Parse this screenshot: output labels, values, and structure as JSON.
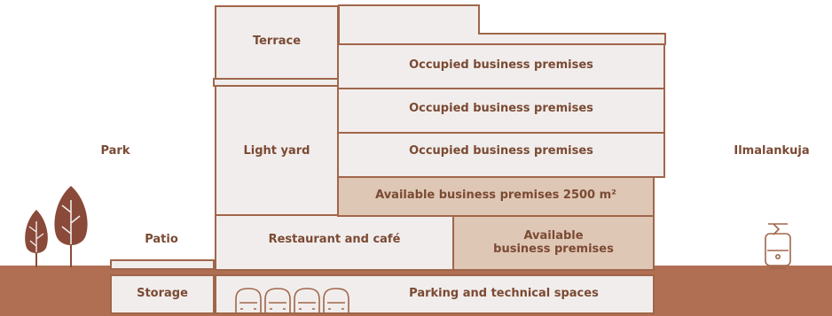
{
  "labels": {
    "park": "Park",
    "ilmalankuja": "Ilmalankuja",
    "patio": "Patio",
    "storage": "Storage",
    "terrace": "Terrace",
    "light_yard": "Light yard",
    "restaurant": "Restaurant and café",
    "parking": "Parking and technical spaces",
    "occupied_1": "Occupied business premises",
    "occupied_2": "Occupied business premises",
    "occupied_3": "Occupied business premises",
    "available_large": "Available business premises 2500 m²",
    "available_small_line1": "Available",
    "available_small_line2": "business premises"
  },
  "icons": {
    "trees": "trees-icon",
    "cars": "car-icon",
    "tram": "tram-icon"
  },
  "colors": {
    "ground": "#b06f53",
    "outline": "#a0664a",
    "fill": "#f1edec",
    "available": "#dfc7b5",
    "text": "#7a4a33",
    "tree": "#8a4a3a"
  }
}
